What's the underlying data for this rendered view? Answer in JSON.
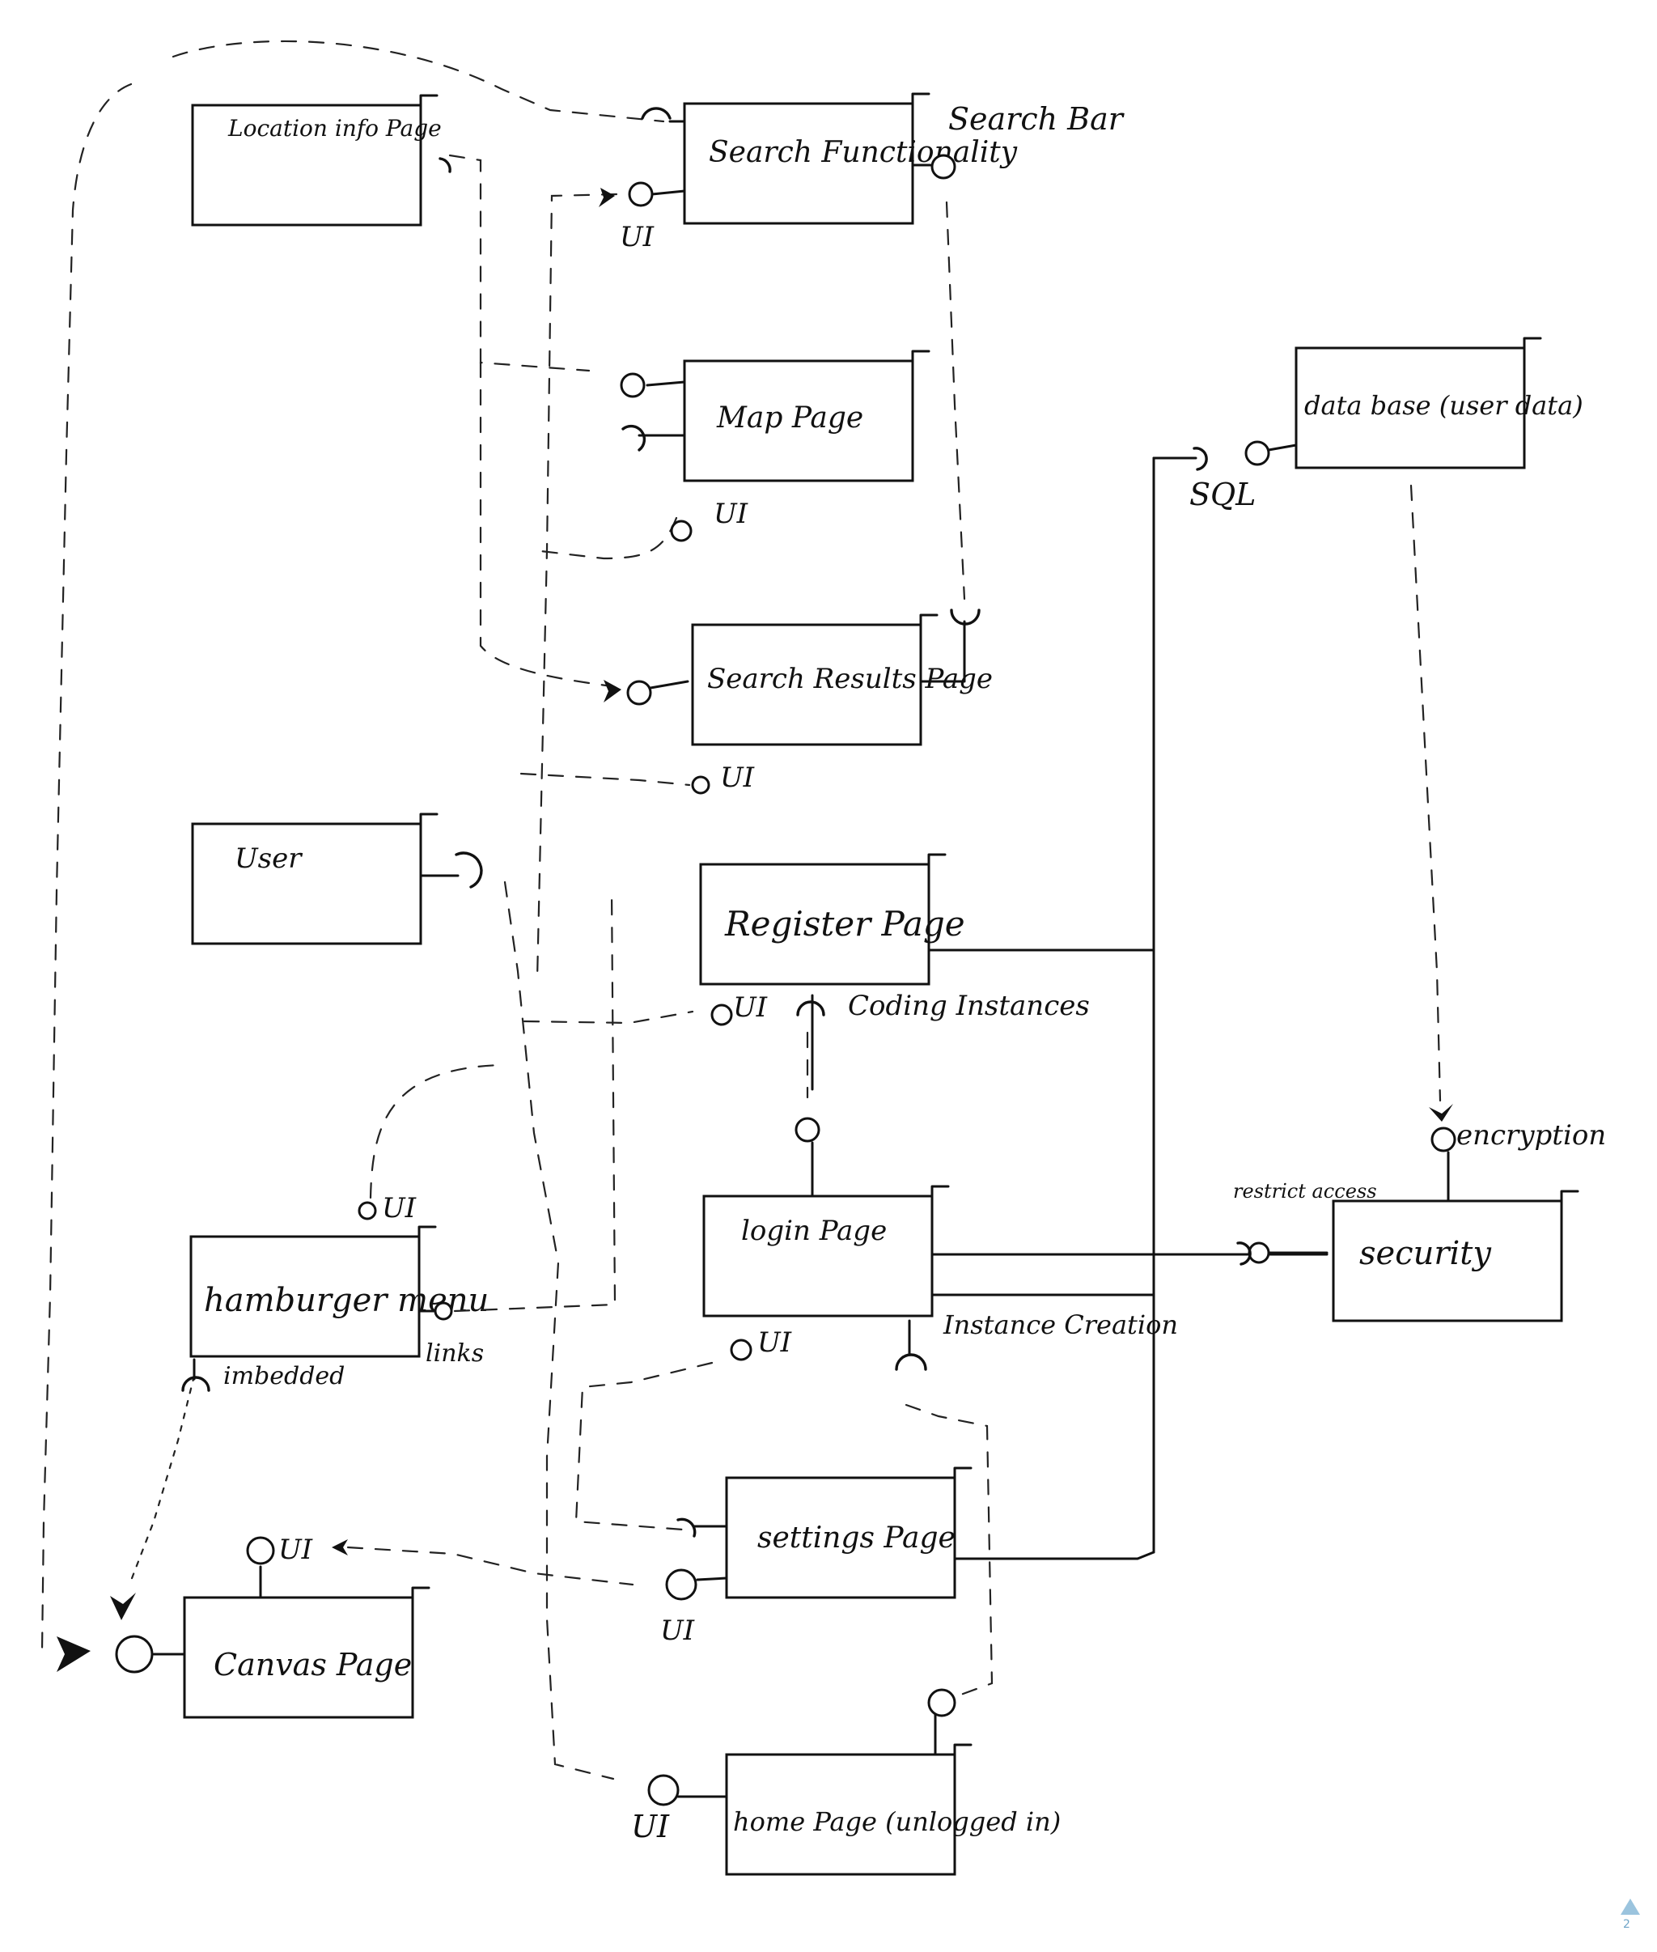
{
  "diagram": {
    "components": [
      {
        "id": "location",
        "label": "Location info Page"
      },
      {
        "id": "search",
        "label": "Search Functionality"
      },
      {
        "id": "map",
        "label": "Map Page"
      },
      {
        "id": "results",
        "label": "Search Results Page"
      },
      {
        "id": "user",
        "label": "User"
      },
      {
        "id": "register",
        "label": "Register Page"
      },
      {
        "id": "hamburger",
        "label": "hamburger menu"
      },
      {
        "id": "login",
        "label": "login Page"
      },
      {
        "id": "canvas",
        "label": "Canvas Page"
      },
      {
        "id": "settings",
        "label": "settings Page"
      },
      {
        "id": "home",
        "label": "home Page (unlogged in)"
      },
      {
        "id": "database",
        "label": "data base (user data)"
      },
      {
        "id": "security",
        "label": "security"
      }
    ],
    "interface_labels": {
      "search_bar": "Search Bar",
      "ui": "UI",
      "sql": "SQL",
      "coding_instances": "Coding Instances",
      "instance_creation": "Instance Creation",
      "links": "links",
      "imbedded": "imbedded",
      "encryption": "encryption",
      "restrict_access": "restrict access"
    }
  },
  "pager": {
    "label": "2"
  }
}
